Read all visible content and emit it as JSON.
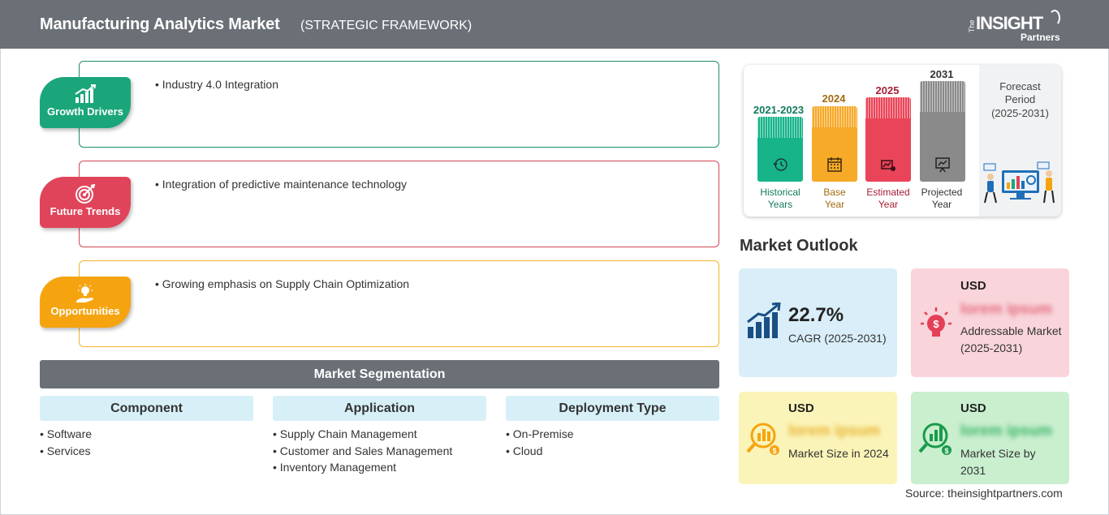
{
  "header": {
    "title": "Manufacturing Analytics Market",
    "subtitle": "(STRATEGIC FRAMEWORK)",
    "logo": {
      "the": "The",
      "main": "INSIGHT",
      "sub": "Partners"
    }
  },
  "categories": [
    {
      "label": "Growth Drivers",
      "icon": "bar-growth-icon",
      "color": "#1aa57a",
      "point": "• Industry 4.0 Integration"
    },
    {
      "label": "Future Trends",
      "icon": "target-icon",
      "color": "#e0445a",
      "point": "• Integration of predictive maintenance technology"
    },
    {
      "label": "Opportunities",
      "icon": "lightbulb-hand-icon",
      "color": "#f5a410",
      "point": "• Growing emphasis on Supply Chain Optimization"
    }
  ],
  "segmentation": {
    "title": "Market Segmentation",
    "columns": [
      {
        "heading": "Component",
        "items": [
          "Software",
          "Services"
        ]
      },
      {
        "heading": "Application",
        "items": [
          "Supply Chain Management",
          "Customer and Sales Management",
          "Inventory Management"
        ]
      },
      {
        "heading": "Deployment Type",
        "items": [
          "On-Premise",
          "Cloud"
        ]
      }
    ]
  },
  "timeline": {
    "periods": [
      {
        "year": "2021-2023",
        "caption1": "Historical",
        "caption2": "Years",
        "color": "#17b48a",
        "text_color": "#127a5e"
      },
      {
        "year": "2024",
        "caption1": "Base",
        "caption2": "Year",
        "color": "#f7a928",
        "text_color": "#a36a0e"
      },
      {
        "year": "2025",
        "caption1": "Estimated",
        "caption2": "Year",
        "color": "#ea4458",
        "text_color": "#a52036"
      },
      {
        "year": "2031",
        "caption1": "Projected",
        "caption2": "Year",
        "color": "#8a8a8a",
        "text_color": "#333333"
      }
    ],
    "forecast_line1": "Forecast",
    "forecast_line2": "Period",
    "forecast_range": "(2025-2031)"
  },
  "outlook": {
    "title": "Market Outlook",
    "cagr_value": "22.7%",
    "cagr_label": "CAGR (2025-2031)",
    "addressable": {
      "currency": "USD",
      "value": "lorem ipsum",
      "desc": "Addressable Market (2025-2031)"
    },
    "size_2024": {
      "currency": "USD",
      "value": "lorem ipsum",
      "desc": "Market Size in 2024"
    },
    "size_2031": {
      "currency": "USD",
      "value": "lorem ipsum",
      "desc": "Market Size by 2031"
    }
  },
  "source": "Source: theinsightpartners.com"
}
